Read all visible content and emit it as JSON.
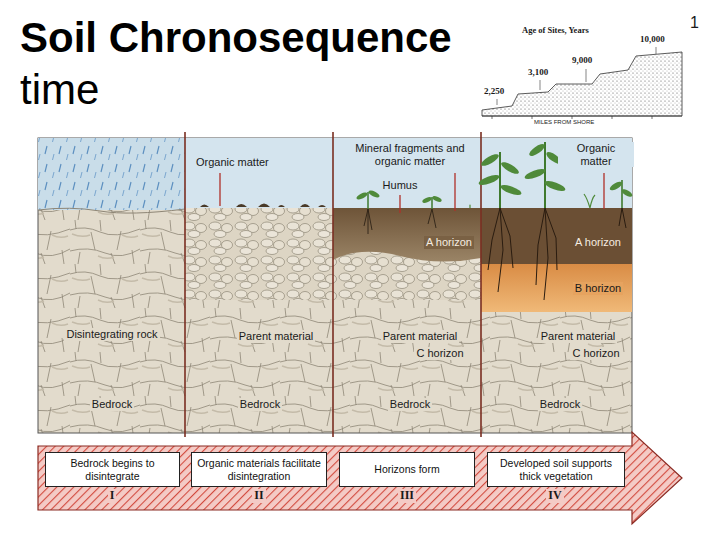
{
  "diagram": {
    "title": "Soil Chronosequence",
    "nodes": [
      {
        "text": [
          "Bedrock begins to disintegrate"
        ]
      },
      {
        "text": [
          "Organic materials facilitate disintegration"
        ]
      },
      {
        "text": [
          "Horizons form"
        ]
      },
      {
        "text": [
          "Developed soil supports thick vegetation"
        ]
      }
    ],
    "labels": [
      "1",
      "time",
      "Age of Sites, Years",
      "10,000",
      "9,000",
      "3,100",
      "2,250",
      "MILES FROM SHORE",
      "Disintegrating rock",
      "Bedrock",
      "Organic matter",
      "Parent material",
      "Bedrock",
      "Mineral fragments and organic matter",
      "Humus",
      "A horizon",
      "Parent material",
      "C horizon",
      "Bedrock",
      "Organic matter",
      "A horizon",
      "B horizon",
      "Parent material",
      "C horizon",
      "Bedrock",
      "I",
      "II",
      "III",
      "IV"
    ]
  }
}
